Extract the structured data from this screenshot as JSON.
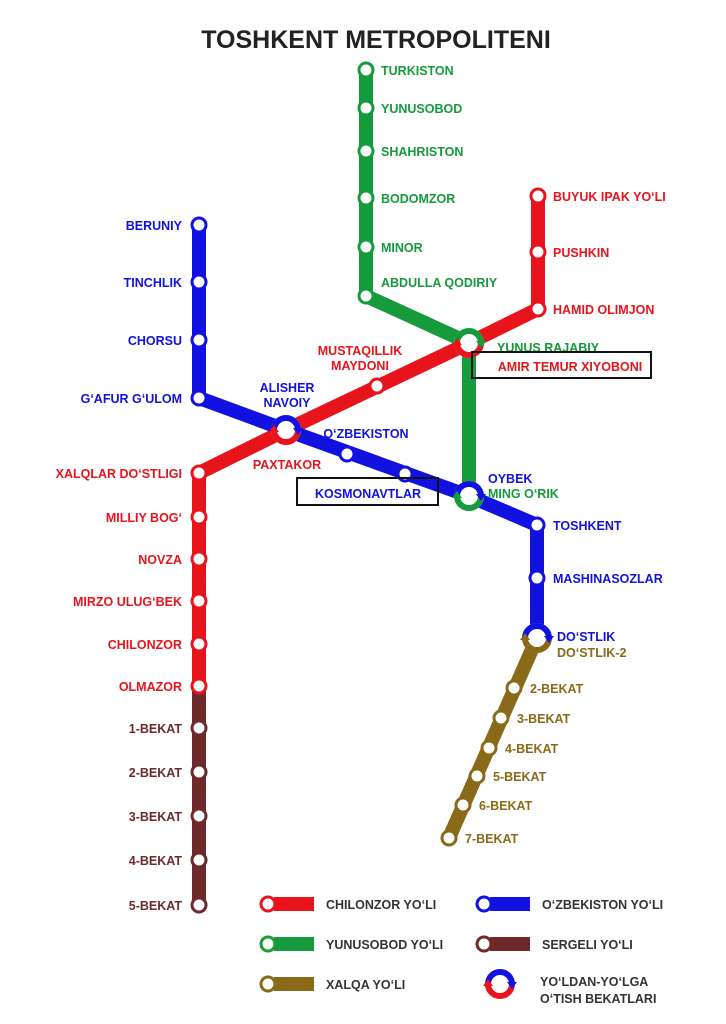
{
  "title": "TOSHKENT METROPOLITENI",
  "colors": {
    "chilonzor": "#e8141c",
    "ozbekiston": "#1212e0",
    "yunusobod": "#159a3c",
    "sergeli": "#6e2a2a",
    "xalqa": "#8a6a18"
  },
  "lines": {
    "chilonzor": {
      "name": "CHILONZOR YO‘LI",
      "stations": [
        "BUYUK IPAK YO‘LI",
        "PUSHKIN",
        "HAMID OLIMJON",
        "AMIR TEMUR XIYOBONI",
        "MUSTAQILLIK MAYDONI",
        "PAXTAKOR",
        "XALQLAR DO‘STLIGI",
        "MILLIY BOG‘",
        "NOVZA",
        "MIRZO ULUG‘BEK",
        "CHILONZOR",
        "OLMAZOR"
      ]
    },
    "ozbekiston": {
      "name": "O‘ZBEKISTON YO‘LI",
      "stations": [
        "BERUNIY",
        "TINCHLIK",
        "CHORSU",
        "G‘AFUR G‘ULOM",
        "ALISHER NAVOIY",
        "O‘ZBEKISTON",
        "KOSMONAVTLAR",
        "OYBEK",
        "TOSHKENT",
        "MASHINASOZLAR",
        "DO‘STLIK"
      ]
    },
    "yunusobod": {
      "name": "YUNUSOBOD YO‘LI",
      "stations": [
        "TURKISTON",
        "YUNUSOBOD",
        "SHAHRISTON",
        "BODOMZOR",
        "MINOR",
        "ABDULLA QODIRIY",
        "YUNUS RAJABIY",
        "MING O‘RIK"
      ]
    },
    "sergeli": {
      "name": "SERGELI YO‘LI",
      "stations": [
        "1-BEKAT",
        "2-BEKAT",
        "3-BEKAT",
        "4-BEKAT",
        "5-BEKAT"
      ]
    },
    "xalqa": {
      "name": "XALQA YO‘LI",
      "stations": [
        "DO‘STLIK-2",
        "2-BEKAT",
        "3-BEKAT",
        "4-BEKAT",
        "5-BEKAT",
        "6-BEKAT",
        "7-BEKAT"
      ]
    }
  },
  "legend": {
    "transfer_line1": "YO‘LDAN-YO‘LGA",
    "transfer_line2": "O‘TISH BEKATLARI"
  }
}
